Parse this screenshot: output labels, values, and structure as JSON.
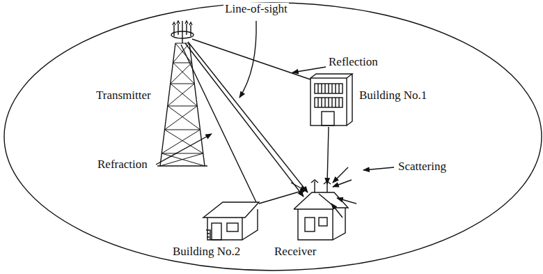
{
  "diagram": {
    "labels": [
      "Line-of-sight",
      "Reflection",
      "Transmitter",
      "Building No.1",
      "Refraction",
      "Scattering",
      "Building No.2",
      "Receiver"
    ]
  }
}
